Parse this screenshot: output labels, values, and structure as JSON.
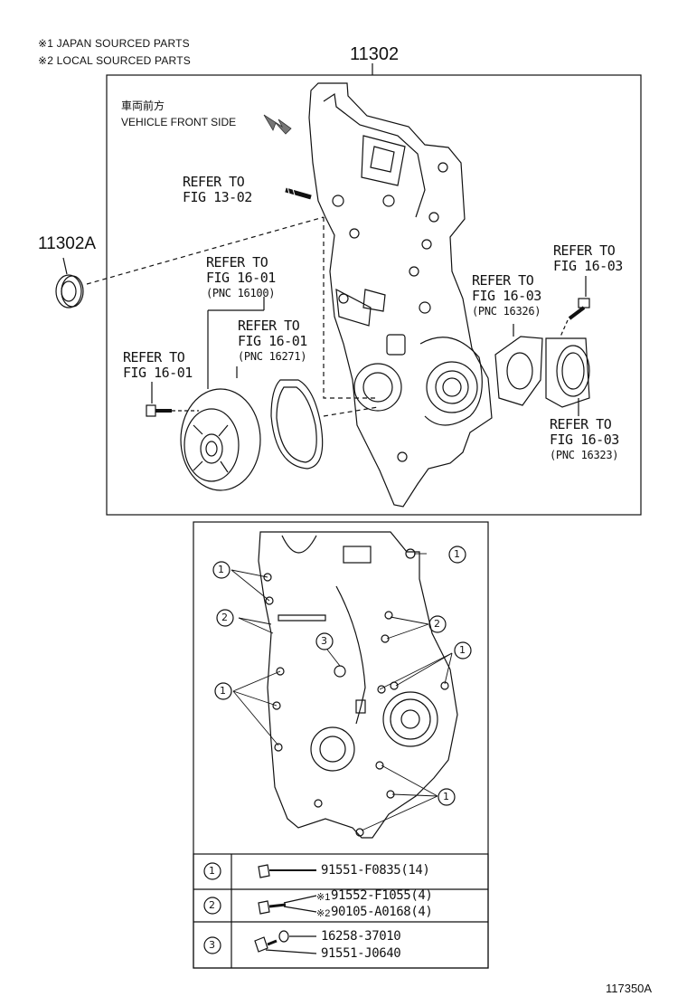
{
  "notes": {
    "n1": "※1 JAPAN SOURCED PARTS",
    "n2": "※2 LOCAL SOURCED PARTS"
  },
  "main_part": "11302",
  "seal_part": "11302A",
  "front": {
    "jp": "車両前方",
    "en": "VEHICLE FRONT SIDE"
  },
  "refs": {
    "r1302": {
      "l1": "REFER TO",
      "l2": "FIG 13-02"
    },
    "r1601a": {
      "l1": "REFER TO",
      "l2": "FIG 16-01",
      "pnc": "(PNC 16100)"
    },
    "r1601b": {
      "l1": "REFER TO",
      "l2": "FIG 16-01",
      "pnc": "(PNC 16271)"
    },
    "r1601c": {
      "l1": "REFER TO",
      "l2": "FIG 16-01"
    },
    "r1603a": {
      "l1": "REFER TO",
      "l2": "FIG 16-03",
      "pnc": "(PNC 16326)"
    },
    "r1603b": {
      "l1": "REFER TO",
      "l2": "FIG 16-03"
    },
    "r1603c": {
      "l1": "REFER TO",
      "l2": "FIG 16-03",
      "pnc": "(PNC 16323)"
    }
  },
  "callouts": {
    "c1": "1",
    "c2": "2",
    "c3": "3"
  },
  "legend": {
    "row1": {
      "marker": "1",
      "part": "91551-F0835(14)"
    },
    "row2": {
      "marker": "2",
      "mark_a": "※1",
      "part_a": "91552-F1055(4)",
      "mark_b": "※2",
      "part_b": "90105-A0168(4)"
    },
    "row3": {
      "marker": "3",
      "part_a": "16258-37010",
      "part_b": "91551-J0640"
    }
  },
  "figure_id": "117350A"
}
